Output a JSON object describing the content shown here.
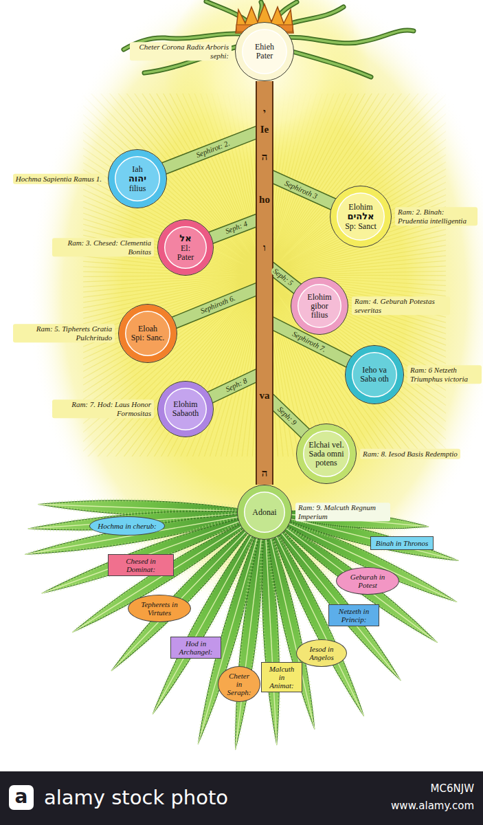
{
  "diagram": {
    "nodes": [
      {
        "text": [
          "Cheter Corona Radix Arboris sephi:",
          "Ehieh",
          "Pater"
        ]
      },
      {
        "text": [
          "Hochma Sapientia Ramus 1.",
          "Iah",
          "יהוה",
          "filius"
        ]
      },
      {
        "text": [
          "Ram: 2. Binah: Prudentia intelligentia",
          "Elohim",
          "אלהים",
          "Sp: Sanct"
        ]
      },
      {
        "text": [
          "Ram: 3. Chesed: Clementia Bonitas",
          "אל",
          "El:",
          "Pater"
        ]
      },
      {
        "text": [
          "Ram: 4. Geburah Potestas severitas",
          "Elohim gibor filius"
        ]
      },
      {
        "text": [
          "Ram: 5. Tipherets Gratia Pulchritudo",
          "Eloah",
          "Spi: Sanc."
        ]
      },
      {
        "text": [
          "Ram: 6 Netzeth Triumphus victoria",
          "Ieho va Saba oth"
        ]
      },
      {
        "text": [
          "Ram: 7. Hod: Laus Honor Formositas",
          "Elohim Sabaoth"
        ]
      },
      {
        "text": [
          "Ram: 8. Iesod Basis Redemptio",
          "Elchai vel. Sada omni potens"
        ]
      },
      {
        "text": [
          "Ram: 9. Malcuth Regnum Imperium",
          "Adonai"
        ]
      },
      {
        "text": [
          "Hochma in cherub:"
        ]
      },
      {
        "text": [
          "Chesed in Dominat:"
        ]
      },
      {
        "text": [
          "Tepherets in Virtutes"
        ]
      },
      {
        "text": [
          "Hod in Archangel:"
        ]
      },
      {
        "text": [
          "Cheter in Seraph:"
        ]
      },
      {
        "text": [
          "Malcuth in Animat:"
        ]
      },
      {
        "text": [
          "Iesod in Angelos"
        ]
      },
      {
        "text": [
          "Netzeth in Princip:"
        ]
      },
      {
        "text": [
          "Geburah in Potest"
        ]
      },
      {
        "text": [
          "Binah in Thronos"
        ]
      }
    ],
    "edges": [
      {
        "from": 0,
        "to": 9,
        "arrow": "none"
      }
    ],
    "labels": [
      "Sephirot: 2.",
      "Sephiroth 3",
      "Seph: 4",
      "Seph: 5",
      "Sephiroth 6.",
      "Sephiroth 7.",
      "Seph: 8",
      "Seph: 9",
      "י",
      "Ie",
      "ה",
      "ho",
      "ו",
      "va",
      "ה",
      "a",
      "alamy stock photo",
      "MC6NJW",
      "www.alamy.com"
    ]
  }
}
